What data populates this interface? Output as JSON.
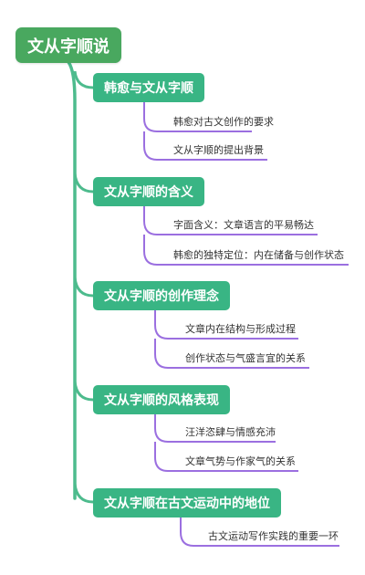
{
  "root": {
    "label": "文从字顺说"
  },
  "branches": [
    {
      "label": "韩愈与文从字顺",
      "children": [
        "韩愈对古文创作的要求",
        "文从字顺的提出背景"
      ]
    },
    {
      "label": "文从字顺的含义",
      "children": [
        "字面含义：文章语言的平易畅达",
        "韩愈的独特定位：内在储备与创作状态"
      ]
    },
    {
      "label": "文从字顺的创作理念",
      "children": [
        "文章内在结构与形成过程",
        "创作状态与气盛言宜的关系"
      ]
    },
    {
      "label": "文从字顺的风格表现",
      "children": [
        "汪洋恣肆与情感充沛",
        "文章气势与作家气的关系"
      ]
    },
    {
      "label": "文从字顺在古文运动中的地位",
      "children": [
        "古文运动写作实践的重要一环"
      ]
    }
  ],
  "colors": {
    "root": "#49a85f",
    "branch": "#39b584",
    "trunk": "#4dbb8d",
    "leaf_line": "#9b6fe0"
  }
}
